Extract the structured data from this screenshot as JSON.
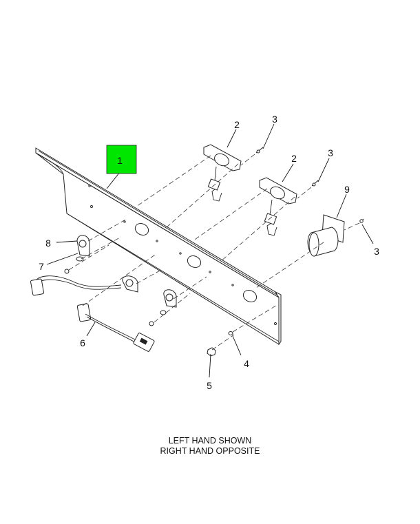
{
  "callouts": {
    "c1": "1",
    "c2a": "2",
    "c2b": "2",
    "c3a": "3",
    "c3b": "3",
    "c3c": "3",
    "c4": "4",
    "c5": "5",
    "c6": "6",
    "c7": "7",
    "c8": "8",
    "c9": "9"
  },
  "highlight_color": "#00e600",
  "caption": {
    "line1": "LEFT HAND SHOWN",
    "line2": "RIGHT HAND OPPOSITE"
  }
}
